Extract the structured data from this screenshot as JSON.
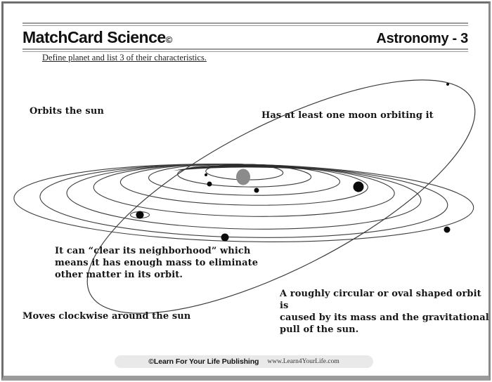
{
  "header": {
    "brand": "MatchCard Science",
    "brand_mark": "©",
    "page_label": "Astronomy - 3"
  },
  "subtitle": "Define planet and list 3 of their characteristics.",
  "characteristics": {
    "orbits": "Orbits the sun",
    "moon": "Has at least one moon orbiting it",
    "neighborhood": "It can “clear its neighborhood” which\nmeans it has enough mass to eliminate\nother matter in its orbit.",
    "shape": "A roughly circular or oval shaped orbit is\ncaused by its mass and the gravitational\npull of the sun.",
    "clockwise": "Moves clockwise around the sun"
  },
  "diagram": {
    "sun_color": "#8b8b8b",
    "line_color": "#3c3c3c"
  },
  "footer": {
    "publisher": "©Learn For Your Life Publishing",
    "website": "www.Learn4YourLife.com"
  }
}
